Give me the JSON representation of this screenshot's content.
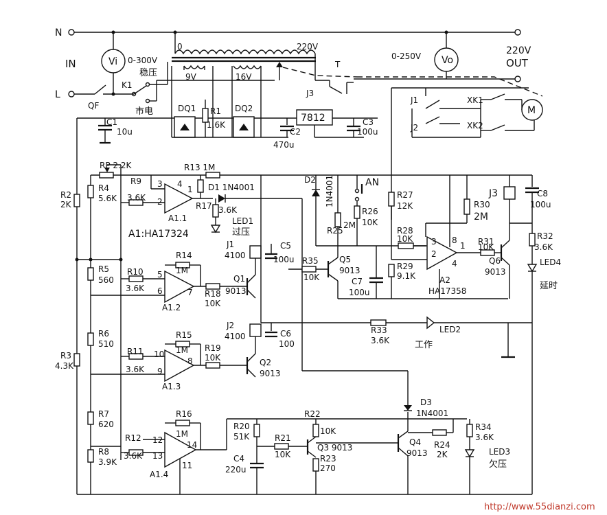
{
  "terminals": {
    "n": "N",
    "l": "L",
    "in": "IN",
    "out_v": "220V",
    "out": "OUT"
  },
  "meters": {
    "vi": "Vi",
    "vi_range": "0-300V",
    "vo": "Vo",
    "vo_range": "0-250V"
  },
  "transformer": {
    "zero": "0",
    "v220": "220V",
    "t": "T",
    "tap9": "9V",
    "tap16": "16V"
  },
  "switches": {
    "qf": "QF",
    "k1": "K1",
    "stab": "稳压",
    "mains": "市电"
  },
  "relay_contacts": {
    "j1": "J1",
    "j2": "J2",
    "j3": "J3",
    "xk1": "XK1",
    "xk2": "XK2",
    "motor": "M"
  },
  "power": {
    "dq1": "DQ1",
    "dq2": "DQ2",
    "r1": "R1",
    "r1v": "1.6K",
    "reg": "7812",
    "c1": "C1",
    "c1v": "10u",
    "c2": "C2",
    "c2v": "470u",
    "c3": "C3",
    "c3v": "100u"
  },
  "labels": {
    "rp": "RP 2.2K",
    "r13": "R13 1M",
    "r2": "R2",
    "r2v": "2K",
    "r4": "R4",
    "r4v": "5.6K",
    "r9": "R9",
    "r9v": "3.6K",
    "p3": "3",
    "p4": "4",
    "p2": "2",
    "p1": "1",
    "a11": "A1.1",
    "d1": "D1 1N4001",
    "r17": "R17",
    "r17v": "3.6K",
    "led1": "LED1",
    "led1t": "过压",
    "a1": "A1:HA17324",
    "j1c": "J1",
    "j1v": "4100",
    "c5": "C5",
    "c5v": "100u",
    "r5": "R5",
    "r5v": "560",
    "r10": "R10",
    "r10v": "3.6K",
    "r14": "R14",
    "r14v": "1M",
    "p5": "5",
    "p6": "6",
    "p7": "7",
    "a12": "A1.2",
    "r18": "R18",
    "r18v": "10K",
    "q1": "Q1",
    "q1v": "9013",
    "j2c": "J2",
    "j2v": "4100",
    "c6": "C6",
    "c6v": "100",
    "r6": "R6",
    "r6v": "510",
    "r11": "R11",
    "r11v": "3.6K",
    "r15": "R15",
    "r15v": "1M",
    "p10": "10",
    "p9": "9",
    "p8": "8",
    "a13": "A1.3",
    "r19": "R19",
    "r19v": "10K",
    "q2": "Q2",
    "q2v": "9013",
    "r3": "R3",
    "r3v": "4.3K",
    "r7": "R7",
    "r7v": "620",
    "r8": "R8",
    "r8v": "3.9K",
    "r12": "R12",
    "r12v": "3.6K",
    "r16": "R16",
    "r16v": "1M",
    "p12": "12",
    "p13": "13",
    "p14": "14",
    "p11": "11",
    "a14": "A1.4",
    "r20": "R20",
    "r20v": "51K",
    "c4": "C4",
    "c4v": "220u",
    "r21": "R21",
    "r21v": "10K",
    "r22": "R22",
    "r22v": "10K",
    "q3": "Q3 9013",
    "r23": "R23",
    "r23v": "270",
    "q4": "Q4",
    "q4v": "9013",
    "d3": "D3",
    "d3v": "1N4001",
    "r24": "R24",
    "r24v": "2K",
    "r34": "R34",
    "r34v": "3.6K",
    "led3": "LED3",
    "led3t": "欠压",
    "d2": "D2",
    "d2v": "1N4001",
    "r25": "R25",
    "r25v": "2M",
    "an": "AN",
    "r26": "R26",
    "r26v": "10K",
    "r35": "R35",
    "r35v": "10K",
    "q5": "Q5",
    "q5v": "9013",
    "c7": "C7",
    "c7v": "100u",
    "r27": "R27",
    "r27v": "12K",
    "r28": "R28",
    "r28v": "10K",
    "r29": "R29",
    "r29v": "9.1K",
    "r30": "R30",
    "r30v": "2M",
    "r31": "R31",
    "r31v": "10K",
    "pa3": "3",
    "pa2": "2",
    "pa8": "8",
    "pa1": "1",
    "pa4": "4",
    "a2": "A2",
    "a2v": "HA17358",
    "q6": "Q6",
    "q6v": "9013",
    "j3c": "J3",
    "c8": "C8",
    "c8v": "100u",
    "r32": "R32",
    "r32v": "3.6K",
    "led4": "LED4",
    "led4t": "延时",
    "r33": "R33",
    "r33v": "3.6K",
    "led2": "LED2",
    "led2t": "工作"
  },
  "watermark": "http://www.55dianzi.com"
}
